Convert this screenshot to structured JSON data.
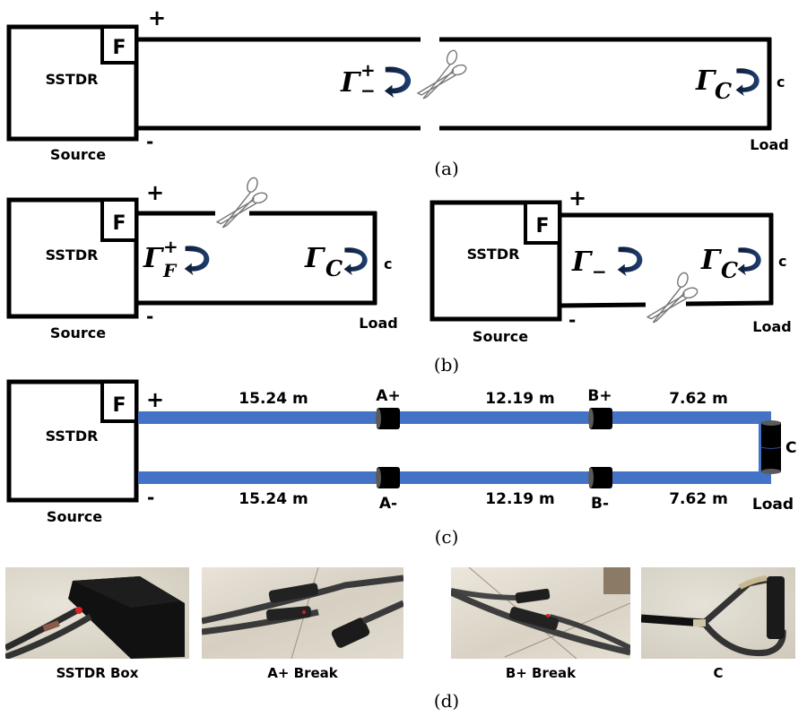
{
  "panels": {
    "a": {
      "caption": "(a)",
      "source_box_label": "SSTDR",
      "fault_box_label": "F",
      "source_label": "Source",
      "plus_label": "+",
      "minus_label": "-",
      "load_label": "Load",
      "load_node_label": "c",
      "gamma_fault": {
        "symbol": "Γ",
        "sup": "+",
        "sub": "−"
      },
      "gamma_load": {
        "symbol": "Γ",
        "sub": "C"
      },
      "cut": "scissors-on-top-and-bottom-conductor"
    },
    "b_left": {
      "source_box_label": "SSTDR",
      "fault_box_label": "F",
      "source_label": "Source",
      "plus_label": "+",
      "minus_label": "-",
      "load_label": "Load",
      "load_node_label": "c",
      "gamma_fault": {
        "symbol": "Γ",
        "sup": "+",
        "sub": "F"
      },
      "gamma_load": {
        "symbol": "Γ",
        "sub": "C"
      },
      "cut": "top-conductor"
    },
    "b_right": {
      "source_box_label": "SSTDR",
      "fault_box_label": "F",
      "source_label": "Source",
      "plus_label": "+",
      "minus_label": "-",
      "load_label": "Load",
      "load_node_label": "c",
      "gamma_fault": {
        "symbol": "Γ",
        "sub": "−"
      },
      "gamma_load": {
        "symbol": "Γ",
        "sub": "C"
      },
      "cut": "bottom-conductor"
    },
    "b_caption": "(b)",
    "c": {
      "caption": "(c)",
      "source_box_label": "SSTDR",
      "fault_box_label": "F",
      "source_label": "Source",
      "plus_label": "+",
      "minus_label": "-",
      "load_label": "Load",
      "load_node_label": "C",
      "cable_color": "#4472c4",
      "connector_color": "#000000",
      "top_segments": [
        "15.24 m",
        "12.19 m",
        "7.62 m"
      ],
      "bottom_segments": [
        "15.24 m",
        "12.19 m",
        "7.62 m"
      ],
      "connectors_top": [
        "A+",
        "B+"
      ],
      "connectors_bottom": [
        "A-",
        "B-"
      ]
    },
    "d": {
      "caption": "(d)",
      "photos": [
        {
          "label": "SSTDR Box"
        },
        {
          "label": "A+ Break"
        },
        {
          "label": "B+ Break"
        },
        {
          "label": "C"
        }
      ]
    }
  }
}
